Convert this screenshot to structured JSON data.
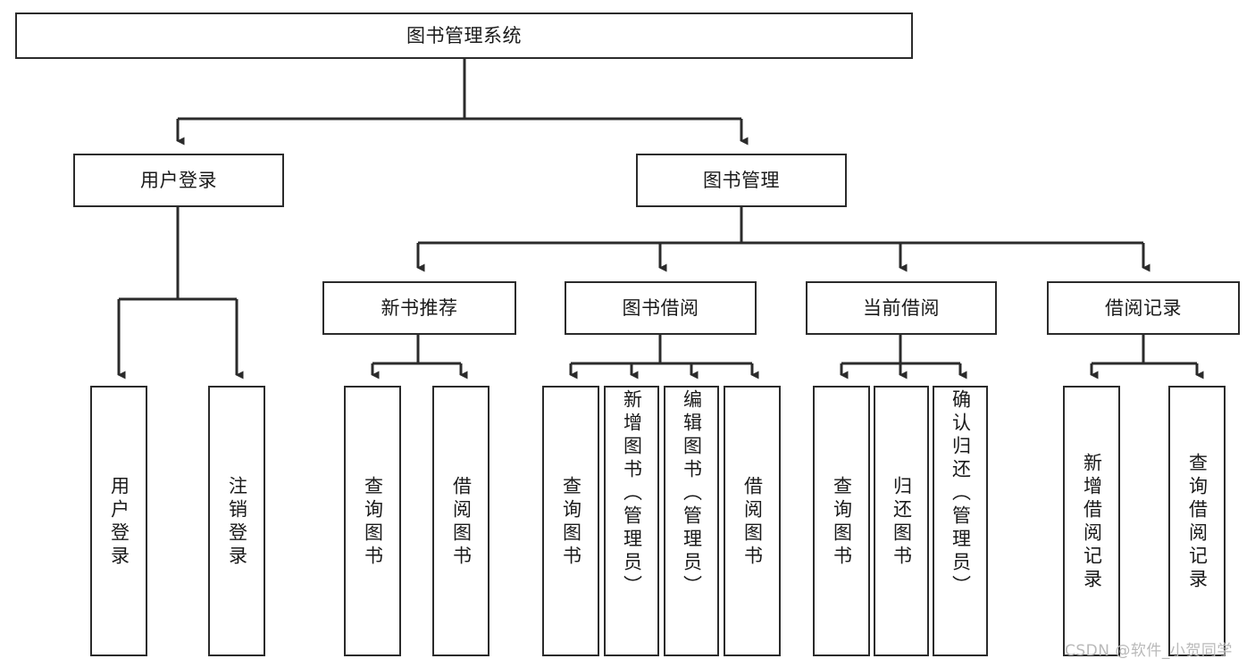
{
  "diagram": {
    "title_node": {
      "label": "图书管理系统"
    },
    "level2": [
      {
        "id": "user-login",
        "label": "用户登录"
      },
      {
        "id": "book-management",
        "label": "图书管理"
      }
    ],
    "level3": [
      {
        "id": "new-book-recommend",
        "label": "新书推荐"
      },
      {
        "id": "book-borrow",
        "label": "图书借阅"
      },
      {
        "id": "current-borrow",
        "label": "当前借阅"
      },
      {
        "id": "borrow-record",
        "label": "借阅记录"
      }
    ],
    "leaves": {
      "user_login": [
        {
          "id": "leaf-user-login",
          "label": "用户登录"
        },
        {
          "id": "leaf-logout-login",
          "label": "注销登录"
        }
      ],
      "new_book_recommend": [
        {
          "id": "leaf-query-book-1",
          "label": "查询图书"
        },
        {
          "id": "leaf-borrow-book-1",
          "label": "借阅图书"
        }
      ],
      "book_borrow": [
        {
          "id": "leaf-query-book-2",
          "label": "查询图书"
        },
        {
          "id": "leaf-add-book",
          "label": "新增图书（管理员）"
        },
        {
          "id": "leaf-edit-book",
          "label": "编辑图书（管理员）"
        },
        {
          "id": "leaf-borrow-book-2",
          "label": "借阅图书"
        }
      ],
      "current_borrow": [
        {
          "id": "leaf-query-book-3",
          "label": "查询图书"
        },
        {
          "id": "leaf-return-book",
          "label": "归还图书"
        },
        {
          "id": "leaf-confirm-return",
          "label": "确认归还（管理员）"
        }
      ],
      "borrow_record": [
        {
          "id": "leaf-add-record",
          "label": "新增借阅记录"
        },
        {
          "id": "leaf-query-record",
          "label": "查询借阅记录"
        }
      ]
    }
  },
  "watermark": {
    "text": "CSDN @软件_小贺同学"
  },
  "colors": {
    "stroke": "#2b2b2b",
    "box_fill": "#ffffff",
    "text": "#1a1a1a",
    "watermark": "#b9b9b9",
    "background": "#ffffff"
  }
}
